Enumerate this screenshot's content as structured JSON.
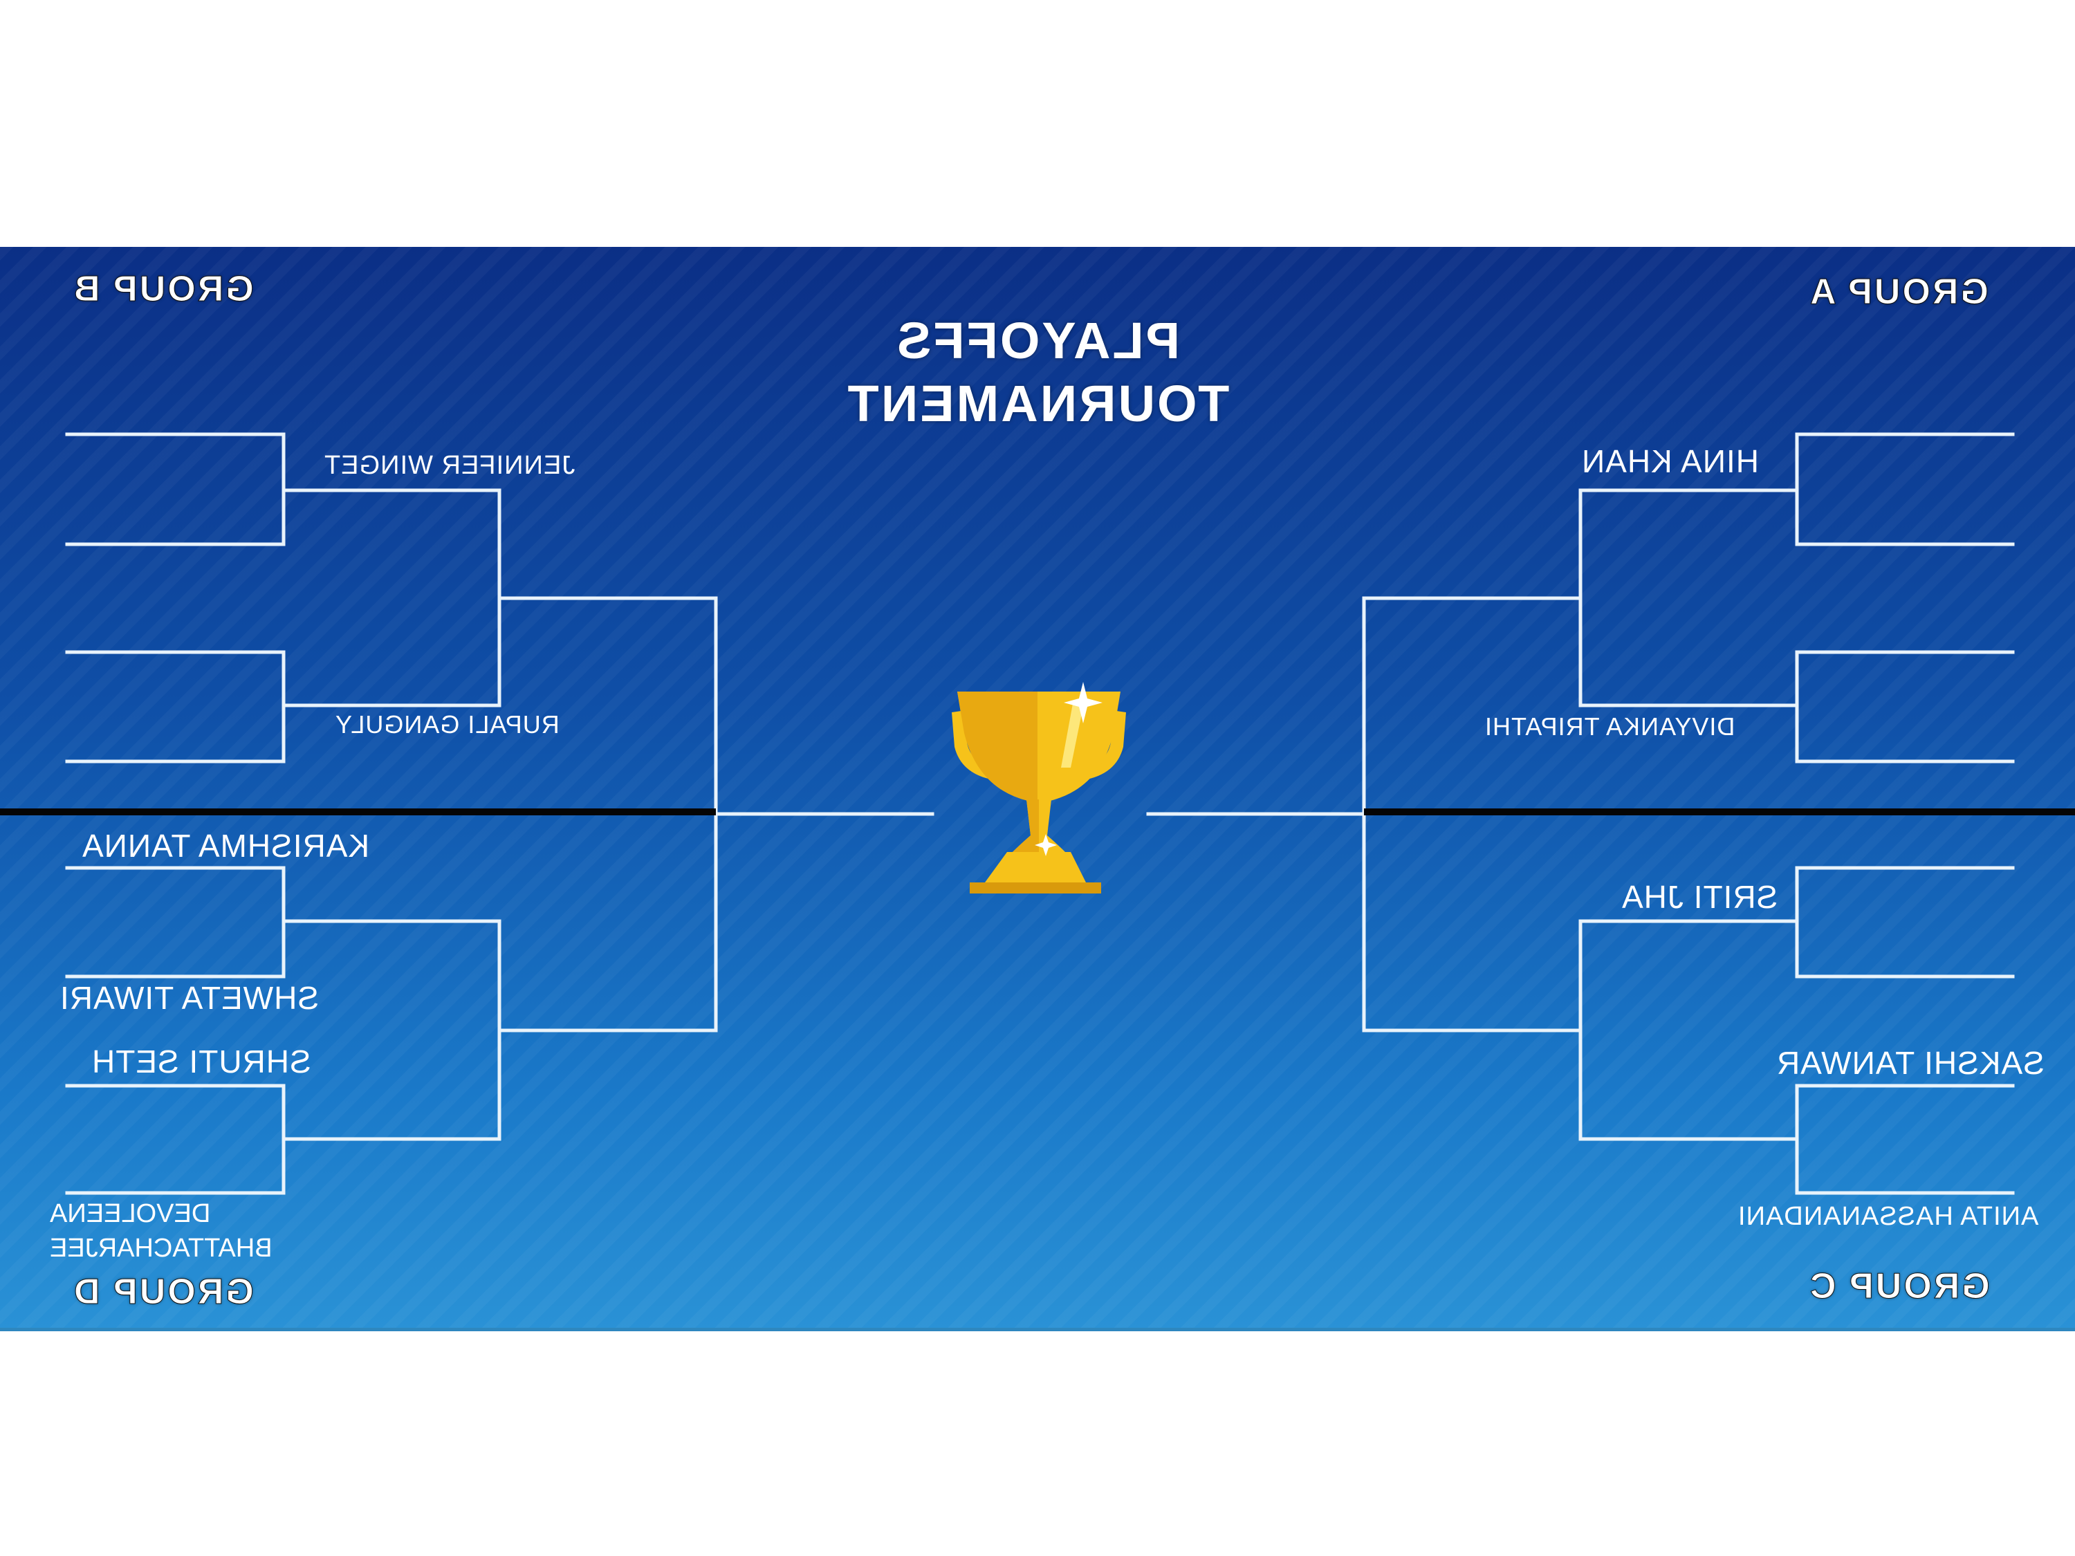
{
  "title": {
    "line1": "PLAYOFFS",
    "line2": "TOURNAMENT"
  },
  "groups": {
    "a": "GROUP A",
    "b": "GROUP B",
    "c": "GROUP C",
    "d": "GROUP D"
  },
  "players": {
    "jennifer": "JENNIFER WINGET",
    "rupali": "RUPALI GANGULY",
    "karishma": "KARISHMA TANNA",
    "shweta": "SHWETA TIWARI",
    "shruti": "SHRUTI SETH",
    "devoleena_1": "DEVOLEENA",
    "devoleena_2": "BHATTACHARJEE",
    "hina": "HINA KHAN",
    "divyanka": "DIVYANKA TRIPATHI",
    "sriti": "SRITI JHA",
    "sakshi": "SAKSHI TANWAR",
    "anita": "ANITA HASSANANDANI"
  },
  "icons": {
    "trophy": "trophy-icon"
  },
  "colors": {
    "panel_top": "#0b2f86",
    "panel_bottom": "#2a92d6",
    "lines": "#e9f3fb",
    "divider": "#050505",
    "trophy": "#f6c21a"
  }
}
